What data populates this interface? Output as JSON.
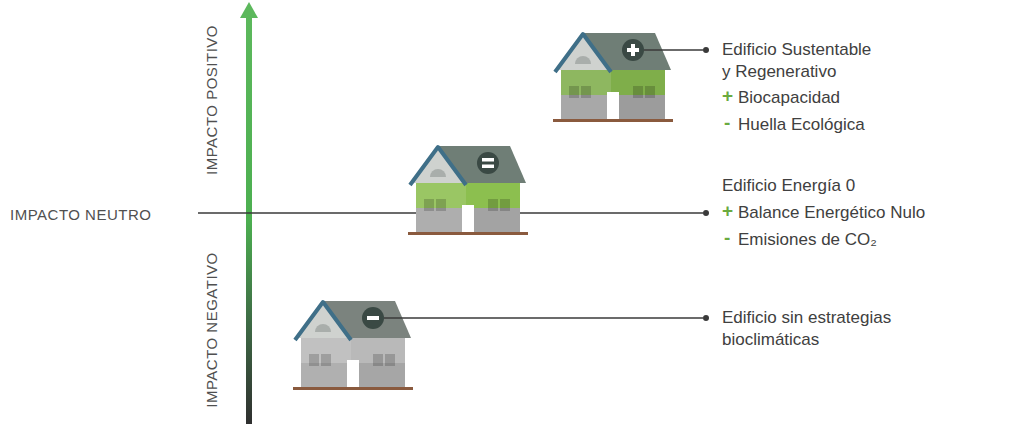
{
  "diagram": {
    "labels": [
      "IMPACTO POSITIVO",
      "IMPACTO NEUTRO",
      "IMPACTO NEGATIVO",
      "Edificio Sustentable y Regenerativo",
      "+",
      "Biocapacidad",
      "-",
      "Huella Ecológica",
      "Edificio Energía 0",
      "+",
      "Balance Energético Nulo",
      "-",
      "Emisiones de CO₂",
      "Edificio sin estrategias bioclimáticas"
    ]
  }
}
